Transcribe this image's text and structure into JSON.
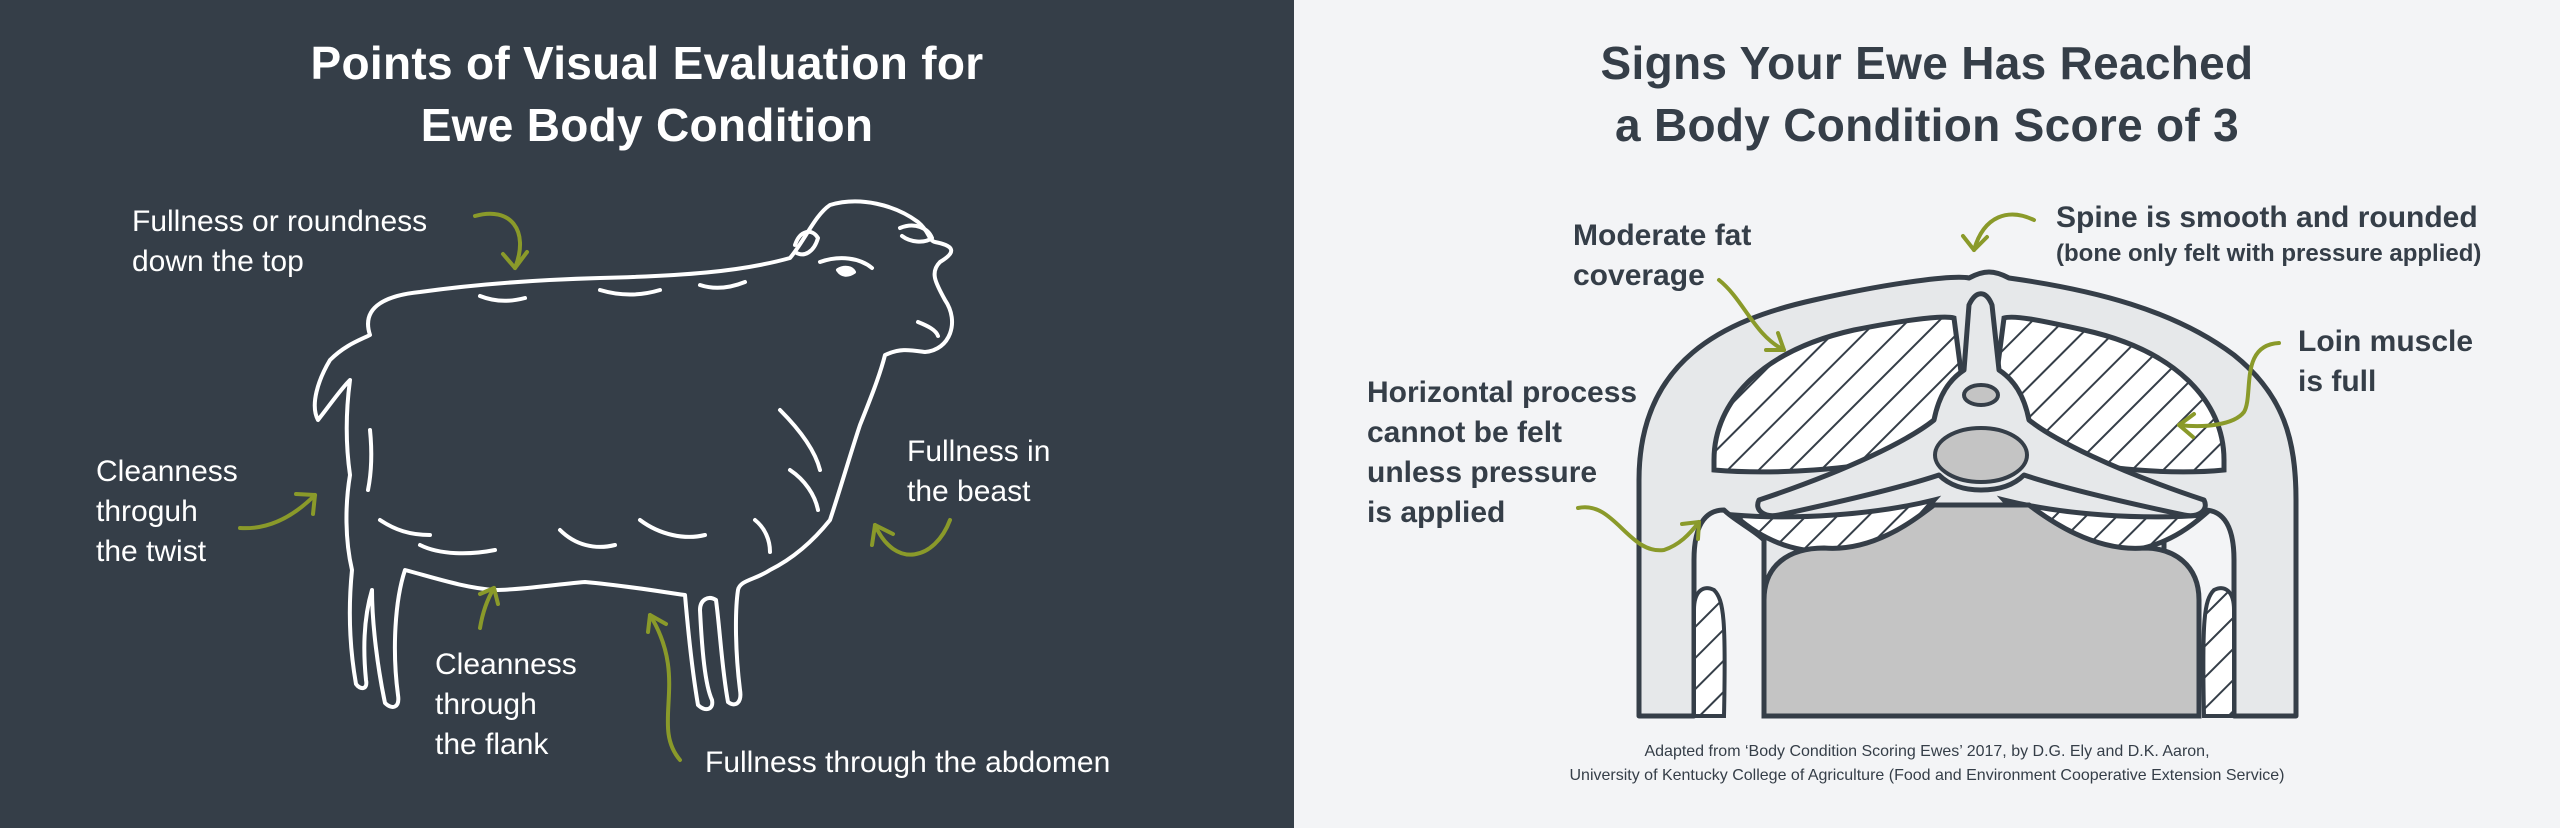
{
  "left": {
    "title_line1": "Points of Visual Evaluation for",
    "title_line2": "Ewe Body Condition",
    "labels": {
      "top": [
        "Fullness or roundness",
        "down the top"
      ],
      "twist": [
        "Cleanness",
        "throguh",
        "the twist"
      ],
      "flank": [
        "Cleanness",
        "through",
        "the flank"
      ],
      "abdomen": "Fullness through the abdomen",
      "beast": [
        "Fullness in",
        "the beast"
      ]
    }
  },
  "right": {
    "title_line1": "Signs Your Ewe Has Reached",
    "title_line2": "a Body Condition Score of 3",
    "labels": {
      "fat": [
        "Moderate fat",
        "coverage"
      ],
      "spine": "Spine is smooth and rounded",
      "spine_note": "(bone only felt with pressure applied)",
      "loin": [
        "Loin muscle",
        "is full"
      ],
      "process": [
        "Horizontal process",
        "cannot be felt",
        "unless pressure",
        "is applied"
      ]
    },
    "credit_line1": "Adapted from ‘Body Condition Scoring Ewes’ 2017, by D.G. Ely and D.K. Aaron,",
    "credit_line2": "University of Kentucky College of Agriculture (Food and Environment Cooperative Extension Service)"
  },
  "colors": {
    "dark": "#353e48",
    "light": "#f3f4f6",
    "arrow": "#8a9a2a",
    "bone": "#e6e8ea",
    "cavity": "#c4c4c4"
  }
}
